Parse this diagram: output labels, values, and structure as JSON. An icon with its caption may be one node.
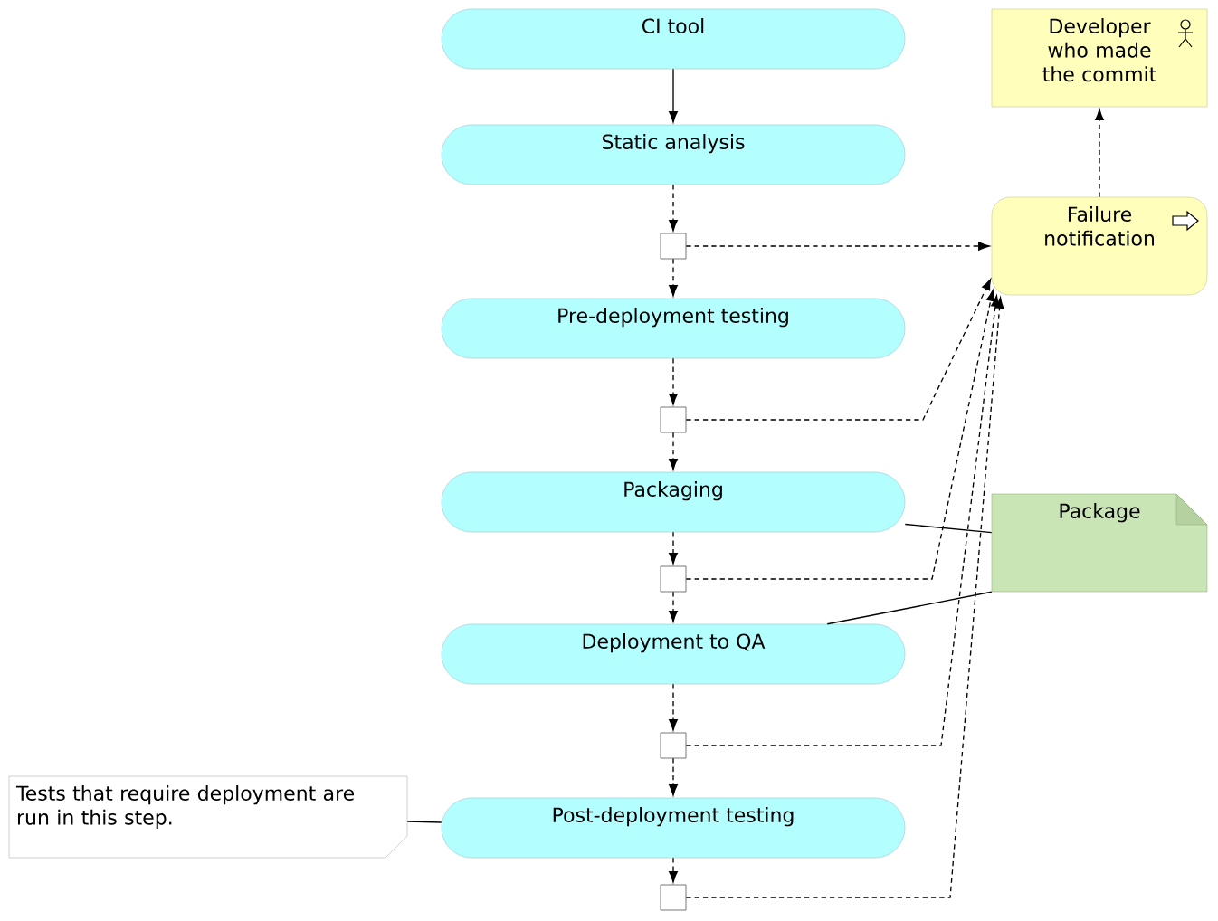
{
  "diagram": {
    "nodes": [
      {
        "text": [
          "CI tool"
        ]
      },
      {
        "text": [
          "Static analysis"
        ]
      },
      {
        "text": [],
        "shape": "box"
      },
      {
        "text": [
          "Pre-deployment testing"
        ]
      },
      {
        "text": [],
        "shape": "box"
      },
      {
        "text": [
          "Packaging"
        ]
      },
      {
        "text": [],
        "shape": "box"
      },
      {
        "text": [
          "Deployment to QA"
        ]
      },
      {
        "text": [],
        "shape": "box"
      },
      {
        "text": [
          "Post-deployment testing"
        ]
      },
      {
        "text": [],
        "shape": "box"
      },
      {
        "text": [
          "Developer who made the commit"
        ]
      },
      {
        "text": [
          "Failure notification"
        ]
      },
      {
        "text": [
          "Package"
        ]
      },
      {
        "text": [
          "Tests that require deployment are run in this step."
        ]
      }
    ],
    "edges": [
      {
        "from": 0,
        "to": 1,
        "arrow": "to"
      },
      {
        "from": 1,
        "to": 2,
        "arrow": "to",
        "style": "dashed"
      },
      {
        "from": 2,
        "to": 3,
        "arrow": "to",
        "style": "dashed"
      },
      {
        "from": 3,
        "to": 4,
        "arrow": "to",
        "style": "dashed"
      },
      {
        "from": 4,
        "to": 5,
        "arrow": "to",
        "style": "dashed"
      },
      {
        "from": 5,
        "to": 6,
        "arrow": "to",
        "style": "dashed"
      },
      {
        "from": 6,
        "to": 7,
        "arrow": "to",
        "style": "dashed"
      },
      {
        "from": 7,
        "to": 8,
        "arrow": "to",
        "style": "dashed"
      },
      {
        "from": 8,
        "to": 9,
        "arrow": "to",
        "style": "dashed"
      },
      {
        "from": 9,
        "to": 10,
        "arrow": "to",
        "style": "dashed"
      },
      {
        "from": 2,
        "to": 12,
        "arrow": "to",
        "style": "dashed"
      },
      {
        "from": 4,
        "to": 12,
        "arrow": "to",
        "style": "dashed"
      },
      {
        "from": 6,
        "to": 12,
        "arrow": "to",
        "style": "dashed"
      },
      {
        "from": 8,
        "to": 12,
        "arrow": "to",
        "style": "dashed"
      },
      {
        "from": 10,
        "to": 12,
        "arrow": "to",
        "style": "dashed"
      },
      {
        "from": 12,
        "to": 11,
        "arrow": "to",
        "style": "dashed"
      },
      {
        "from": 5,
        "to": 13,
        "arrow": "none"
      },
      {
        "from": 7,
        "to": 13,
        "arrow": "none"
      },
      {
        "from": 14,
        "to": 9,
        "arrow": "none"
      }
    ]
  }
}
